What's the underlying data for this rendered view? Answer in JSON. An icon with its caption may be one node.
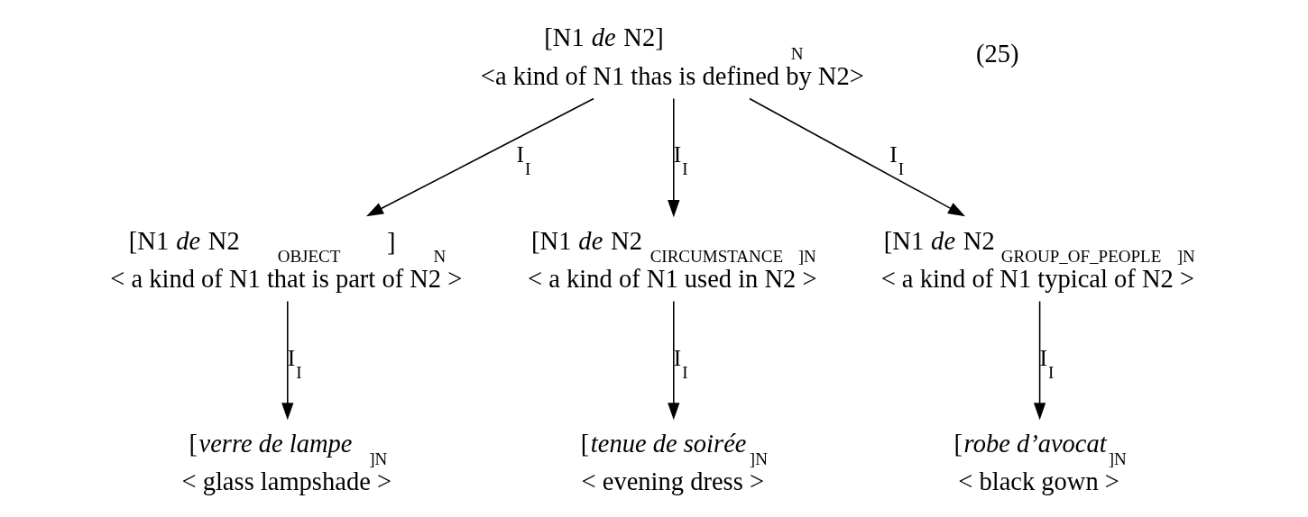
{
  "diagram": {
    "nodes": [
      {
        "text": [
          "[N1 *de* N2]$_{N}$",
          "<a kind of N1 thas is defined by N2>"
        ]
      },
      {
        "text": [
          "[N1 *de* N2$_{OBJECT}$ ]$_{N}$",
          "< a kind of N1 that is part of N2 >"
        ]
      },
      {
        "text": [
          "[N1 *de* N2$_{CIRCUMSTANCE}$]$_{N}$",
          "< a kind of N1 used in N2 >"
        ]
      },
      {
        "text": [
          "[N1 *de* N2$_{GROUP_OF_PEOPLE}$]$_{N}$",
          "< a kind of N1 typical of N2 >"
        ]
      },
      {
        "text": [
          "[*verre de lampe*]$_{N}$",
          "< glass lampshade >"
        ]
      },
      {
        "text": [
          "[*tenue de soirée*]$_{N}$",
          "< evening dress >"
        ]
      },
      {
        "text": [
          "[*robe d’avocat*]$_{N}$",
          "< black gown >"
        ]
      }
    ],
    "edges": [
      {
        "from": 0,
        "to": 1,
        "arrow": "to",
        "label": "I$_{I}$"
      },
      {
        "from": 0,
        "to": 2,
        "arrow": "to",
        "label": "I$_{I}$"
      },
      {
        "from": 0,
        "to": 3,
        "arrow": "to",
        "label": "I$_{I}$"
      },
      {
        "from": 1,
        "to": 4,
        "arrow": "to",
        "label": "I$_{I}$"
      },
      {
        "from": 2,
        "to": 5,
        "arrow": "to",
        "label": "I$_{I}$"
      },
      {
        "from": 3,
        "to": 6,
        "arrow": "to",
        "label": "I$_{I}$"
      }
    ],
    "labels": [
      "(25)"
    ]
  }
}
